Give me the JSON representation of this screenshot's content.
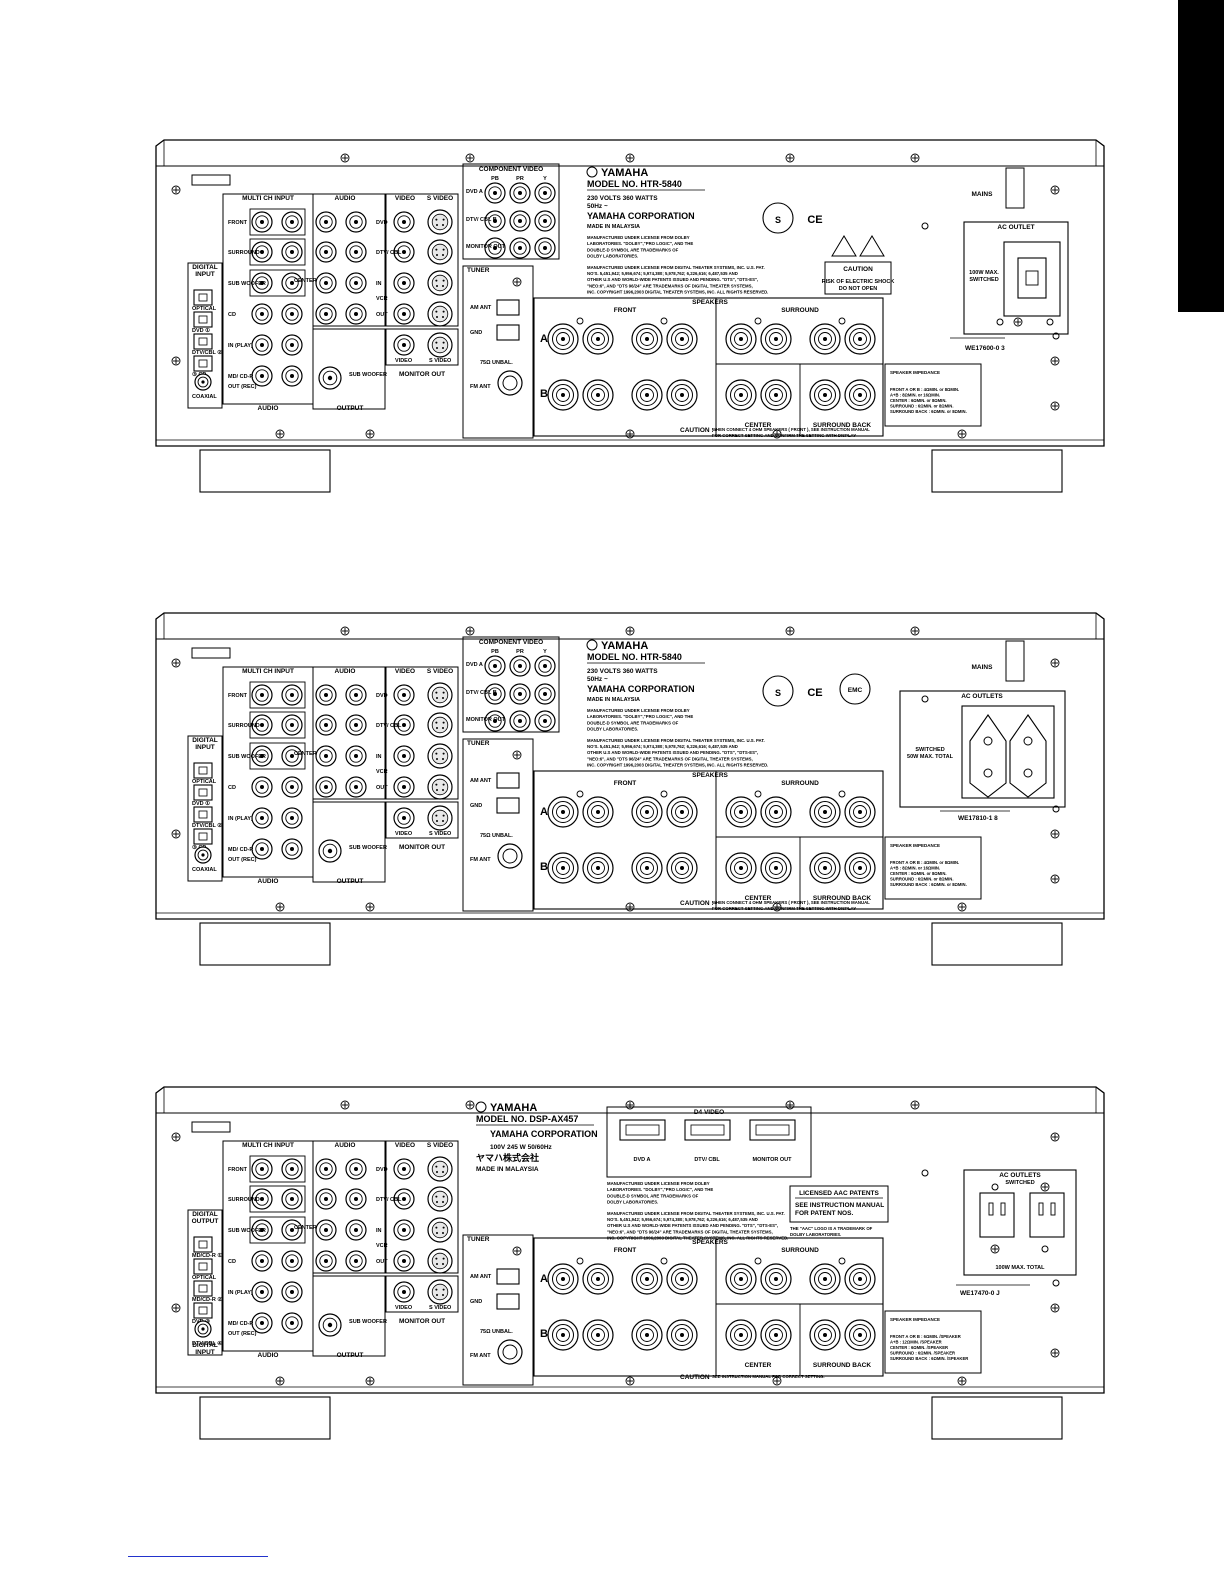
{
  "page": {
    "accent": "#000000",
    "link_color": "#2233cc"
  },
  "panels": [
    {
      "has_component_video": true,
      "has_d4_video": false,
      "outlet_type": "single",
      "has_emc_logo": false,
      "show_mains": true,
      "digital_top": [
        "DIGITAL",
        "INPUT"
      ],
      "digital_rows": [
        "OPTICAL",
        "DVD ①",
        "DTV/CBL ②",
        "③ CD",
        "COAXIAL"
      ],
      "digital_bottom": [],
      "labels": {
        "multi_ch_input": "MULTI CH INPUT",
        "audio": "AUDIO",
        "video": "VIDEO",
        "s_video": "S VIDEO",
        "front": "FRONT",
        "surround": "SURROUND",
        "sub_woofer": "SUB WOOFER",
        "center": "CENTER",
        "cd": "CD",
        "in_play": "IN (PLAY)",
        "md_cdr": "MD/ CD-R",
        "out_rec": "OUT (REC)",
        "dvd": "DVD",
        "dtv_cbl": "DTV/ CBL",
        "in": "IN",
        "vcr": "VCR",
        "out": "OUT",
        "video_lbl": "VIDEO",
        "monitor_out": "MONITOR OUT",
        "output": "OUTPUT",
        "tuner": "TUNER",
        "am_ant": "AM ANT",
        "gnd": "GND",
        "unbal": "75Ω UNBAL.",
        "fm_ant": "FM ANT",
        "speakers": "SPEAKERS",
        "sp_front": "FRONT",
        "sp_surround": "SURROUND",
        "sp_center": "CENTER",
        "sp_surround_back": "SURROUND BACK",
        "mains": "MAINS"
      },
      "component": {
        "title": "COMPONENT VIDEO",
        "cols": [
          "PB",
          "PR",
          "Y"
        ],
        "rows": [
          "DVD A",
          "DTV/ CBL B",
          "MONITOR OUT"
        ]
      },
      "brand": {
        "logo": "YAMAHA",
        "model": "MODEL NO.  HTR-5840",
        "line2": "230 VOLTS    360 WATTS",
        "line3": "50Hz ~",
        "corp": "YAMAHA CORPORATION",
        "made": "MADE IN MALAYSIA"
      },
      "license": [
        "MANUFACTURED UNDER LICENSE FROM DOLBY",
        "LABORATORIES. \"DOLBY\",\"PRO LOGIC\", AND THE",
        "DOUBLE-D SYMBOL ARE TRADEMARKS OF",
        "DOLBY LABORATORIES.",
        "MANUFACTURED UNDER LICENSE FROM DIGITAL THEATER SYSTEMS, INC. U.S. PAT.",
        "NO'S. 5,451,942; 5,956,674; 5,974,380; 5,978,762; 6,226,616; 6,487,535 AND",
        "OTHER U.S AND WORLD-WIDE PATENTS ISSUED AND PENDING. \"DTS\", \"DTS-ES\",",
        "\"NEO:6\", AND \"DTS 96/24\" ARE TRADEMARKS OF DIGITAL THEATER SYSTEMS,",
        "INC. COPYRIGHT 1996,2003 DIGITAL THEATER SYSTEMS, INC. ALL RIGHTS RESERVED."
      ],
      "caution_box": {
        "title": "CAUTION",
        "line1": "RISK OF ELECTRIC SHOCK",
        "line2": "DO NOT OPEN"
      },
      "ac": {
        "title": "AC OUTLET",
        "rating": "100W MAX. SWITCHED",
        "part_no": "WE17600-0 3"
      },
      "impedance": {
        "title": "SPEAKER IMPEDANCE",
        "rows": [
          "FRONT A OR B :   4ΩMIN. or   8ΩMIN.",
          "A+B :   8ΩMIN. or  16ΩMIN.",
          "CENTER :   6ΩMIN. or   8ΩMIN.",
          "SURROUND :   6ΩMIN. or   8ΩMIN.",
          "SURROUND BACK :   6ΩMIN. or   8ΩMIN."
        ]
      },
      "caution_bottom": {
        "label": "CAUTION :",
        "line1": "WHEN CONNECT 4 OHM SPEAKERS ( FRONT ), SEE INSTRUCTION MANUAL",
        "line2": "FOR CORRECT SETTING AND CONFIRM THE SETTING WITH DISPLAY"
      }
    },
    {
      "has_component_video": true,
      "has_d4_video": false,
      "outlet_type": "euro",
      "has_emc_logo": true,
      "show_mains": true,
      "digital_top": [
        "DIGITAL",
        "INPUT"
      ],
      "digital_rows": [
        "OPTICAL",
        "DVD ①",
        "DTV/CBL ②",
        "③ CD",
        "COAXIAL"
      ],
      "digital_bottom": [],
      "labels": {
        "multi_ch_input": "MULTI CH INPUT",
        "audio": "AUDIO",
        "video": "VIDEO",
        "s_video": "S VIDEO",
        "front": "FRONT",
        "surround": "SURROUND",
        "sub_woofer": "SUB WOOFER",
        "center": "CENTER",
        "cd": "CD",
        "in_play": "IN (PLAY)",
        "md_cdr": "MD/ CD-R",
        "out_rec": "OUT (REC)",
        "dvd": "DVD",
        "dtv_cbl": "DTV/ CBL",
        "in": "IN",
        "vcr": "VCR",
        "out": "OUT",
        "video_lbl": "VIDEO",
        "monitor_out": "MONITOR OUT",
        "output": "OUTPUT",
        "tuner": "TUNER",
        "am_ant": "AM ANT",
        "gnd": "GND",
        "unbal": "75Ω UNBAL.",
        "fm_ant": "FM ANT",
        "speakers": "SPEAKERS",
        "sp_front": "FRONT",
        "sp_surround": "SURROUND",
        "sp_center": "CENTER",
        "sp_surround_back": "SURROUND BACK",
        "mains": "MAINS"
      },
      "component": {
        "title": "COMPONENT VIDEO",
        "cols": [
          "PB",
          "PR",
          "Y"
        ],
        "rows": [
          "DVD A",
          "DTV/ CBL B",
          "MONITOR OUT"
        ]
      },
      "brand": {
        "logo": "YAMAHA",
        "model": "MODEL NO.  HTR-5840",
        "line2": "230 VOLTS    360 WATTS",
        "line3": "50Hz ~",
        "corp": "YAMAHA CORPORATION",
        "made": "MADE IN MALAYSIA"
      },
      "license": [
        "MANUFACTURED UNDER LICENSE FROM DOLBY",
        "LABORATORIES. \"DOLBY\",\"PRO LOGIC\", AND THE",
        "DOUBLE-D SYMBOL ARE TRADEMARKS OF",
        "DOLBY LABORATORIES.",
        "MANUFACTURED UNDER LICENSE FROM DIGITAL THEATER SYSTEMS, INC. U.S. PAT.",
        "NO'S. 5,451,942; 5,956,674; 5,974,380; 5,978,762; 6,226,616; 6,487,535 AND",
        "OTHER U.S AND WORLD-WIDE PATENTS ISSUED AND PENDING. \"DTS\", \"DTS-ES\",",
        "\"NEO:6\", AND \"DTS 96/24\" ARE TRADEMARKS OF DIGITAL THEATER SYSTEMS,",
        "INC. COPYRIGHT 1996,2003 DIGITAL THEATER SYSTEMS, INC. ALL RIGHTS RESERVED."
      ],
      "caution_box": null,
      "emc": "EMC",
      "ac": {
        "title": "AC OUTLETS",
        "rating": "SWITCHED 50W MAX. TOTAL",
        "part_no": "WE17810-1 8"
      },
      "impedance": {
        "title": "SPEAKER IMPEDANCE",
        "rows": [
          "FRONT A OR B :   4ΩMIN. or   8ΩMIN.",
          "A+B :   8ΩMIN. or  16ΩMIN.",
          "CENTER :   6ΩMIN. or   8ΩMIN.",
          "SURROUND :   6ΩMIN. or   8ΩMIN.",
          "SURROUND BACK :   6ΩMIN. or   8ΩMIN."
        ]
      },
      "caution_bottom": {
        "label": "CAUTION :",
        "line1": "WHEN CONNECT 4 OHM SPEAKERS ( FRONT ), SEE INSTRUCTION MANUAL",
        "line2": "FOR CORRECT SETTING AND CONFIRM THE SETTING WITH DISPLAY"
      }
    },
    {
      "has_component_video": false,
      "has_d4_video": true,
      "outlet_type": "us",
      "has_emc_logo": false,
      "show_mains": false,
      "digital_top": [
        "DIGITAL",
        "OUTPUT"
      ],
      "digital_rows": [
        "MD/CD-R ①",
        "OPTICAL",
        "MD/CD-R ②",
        "DVD ③",
        "DTV/CBL ④"
      ],
      "digital_bottom": [
        "DIGITAL",
        "INPUT"
      ],
      "labels": {
        "multi_ch_input": "MULTI CH INPUT",
        "audio": "AUDIO",
        "video": "VIDEO",
        "s_video": "S VIDEO",
        "front": "FRONT",
        "surround": "SURROUND",
        "sub_woofer": "SUB WOOFER",
        "center": "CENTER",
        "cd": "CD",
        "in_play": "IN (PLAY)",
        "md_cdr": "MD/ CD-R",
        "out_rec": "OUT (REC)",
        "dvd": "DVD",
        "dtv_cbl": "DTV/ CBL",
        "in": "IN",
        "vcr": "VCR",
        "out": "OUT",
        "video_lbl": "VIDEO",
        "monitor_out": "MONITOR OUT",
        "output": "OUTPUT",
        "tuner": "TUNER",
        "am_ant": "AM ANT",
        "gnd": "GND",
        "unbal": "75Ω UNBAL.",
        "fm_ant": "FM ANT",
        "speakers": "SPEAKERS",
        "sp_front": "FRONT",
        "sp_surround": "SURROUND",
        "sp_center": "CENTER",
        "sp_surround_back": "SURROUND BACK",
        "mains": ""
      },
      "d4": {
        "title": "D4 VIDEO",
        "items": [
          "DVD A",
          "DTV/ CBL",
          "MONITOR OUT"
        ]
      },
      "brand": {
        "logo": "YAMAHA",
        "model": "MODEL NO.  DSP-AX457",
        "line2": "100V  245 W    50/60Hz",
        "line3": "ヤマハ株式会社",
        "corp": "YAMAHA CORPORATION",
        "made": "MADE IN MALAYSIA"
      },
      "license": [
        "MANUFACTURED UNDER LICENSE FROM DOLBY",
        "LABORATORIES. \"DOLBY\",\"PRO LOGIC\", AND THE",
        "DOUBLE-D SYMBOL ARE TRADEMARKS OF",
        "DOLBY LABORATORIES.",
        "MANUFACTURED UNDER LICENSE FROM DIGITAL THEATER SYSTEMS, INC. U.S. PAT.",
        "NO'S. 5,451,942; 5,956,674; 5,974,380; 5,978,762; 6,226,616; 6,487,535 AND",
        "OTHER U.S AND WORLD-WIDE PATENTS ISSUED AND PENDING. \"DTS\", \"DTS-ES\",",
        "\"NEO:6\", AND \"DTS 96/24\" ARE TRADEMARKS OF DIGITAL THEATER SYSTEMS,",
        "INC. COPYRIGHT 1996,2003 DIGITAL THEATER SYSTEMS, INC. ALL RIGHTS RESERVED."
      ],
      "aac": {
        "title": "LICENSED AAC PATENTS",
        "line1": "SEE INSTRUCTION MANUAL",
        "line2": "FOR PATENT NOS.",
        "note1": "THE \"AAC\" LOGO IS A TRADEMARK OF",
        "note2": "DOLBY LABORATORIES."
      },
      "caution_box": null,
      "ac": {
        "title": "AC OUTLETS",
        "rating": "100W MAX. TOTAL",
        "switched": "SWITCHED",
        "part_no": "WE17470-0 J"
      },
      "impedance": {
        "title": "SPEAKER IMPEDANCE",
        "rows": [
          "FRONT A OR B :   6ΩMIN. /SPEAKER",
          "A+B :  12ΩMIN. /SPEAKER",
          "CENTER :   6ΩMIN. /SPEAKER",
          "SURROUND :   6ΩMIN. /SPEAKER",
          "SURROUND BACK :   6ΩMIN. /SPEAKER"
        ]
      },
      "caution_bottom": {
        "label": "CAUTION",
        "line1": "SEE INSTRUCTION MANUAL FOR CORRECT SETTING.",
        "line2": ""
      }
    }
  ]
}
